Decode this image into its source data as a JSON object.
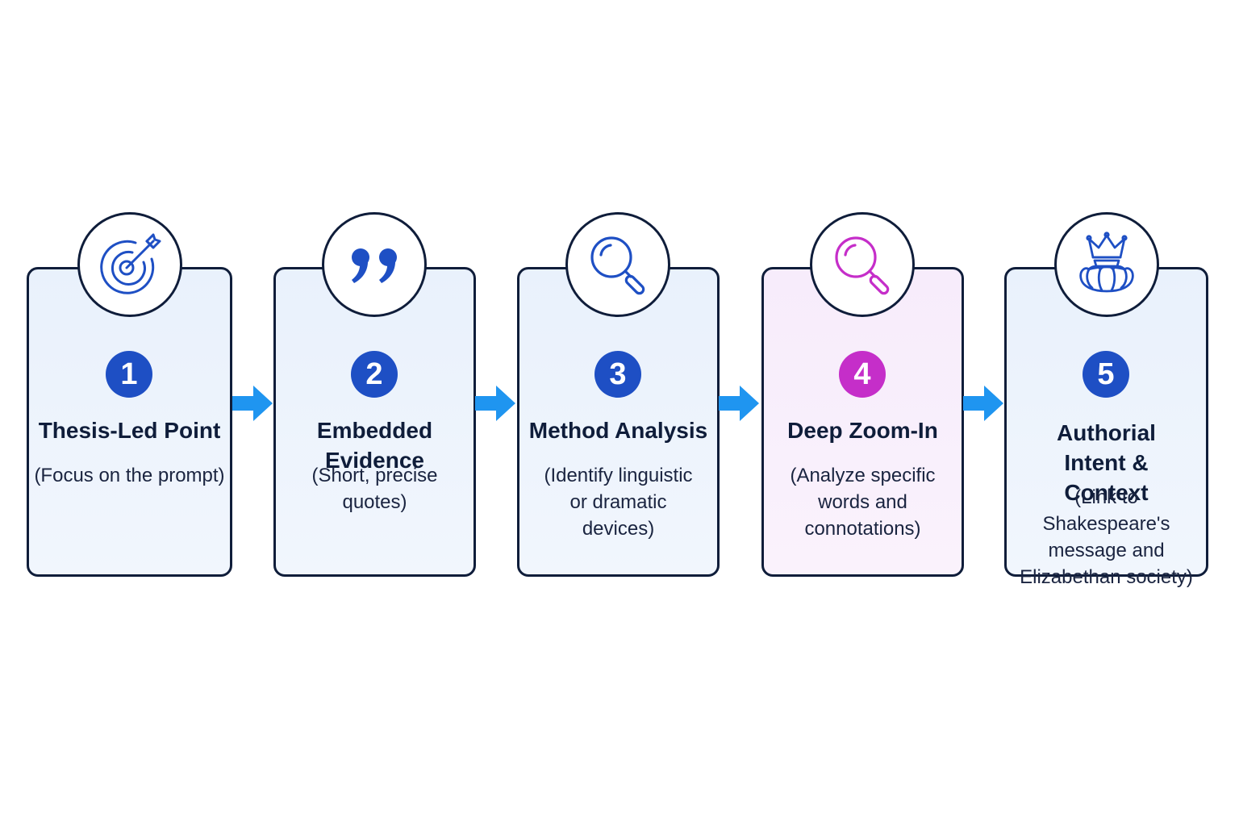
{
  "steps": [
    {
      "number": "1",
      "title": "Thesis-Led Point",
      "description": "(Focus on the prompt)",
      "icon": "target-icon",
      "accent": "#1e4fc4"
    },
    {
      "number": "2",
      "title": "Embedded Evidence",
      "description": "(Short, precise quotes)",
      "icon": "quote-icon",
      "accent": "#1e4fc4"
    },
    {
      "number": "3",
      "title": "Method Analysis",
      "description": "(Identify linguistic or dramatic devices)",
      "icon": "magnifier-icon",
      "accent": "#1e4fc4"
    },
    {
      "number": "4",
      "title": "Deep Zoom-In",
      "description": "(Analyze specific words and connotations)",
      "icon": "magnifier-icon",
      "accent": "#c52ec9"
    },
    {
      "number": "5",
      "title": "Authorial Intent & Context",
      "description": "(Link to Shakespeare's message and Elizabethan society)",
      "icon": "crown-ruff-icon",
      "accent": "#1e4fc4"
    }
  ],
  "colors": {
    "outline": "#0f1d3a",
    "arrow": "#1f95f0",
    "card_blue": "#e9f1fc",
    "card_pink": "#f7ecfb"
  }
}
